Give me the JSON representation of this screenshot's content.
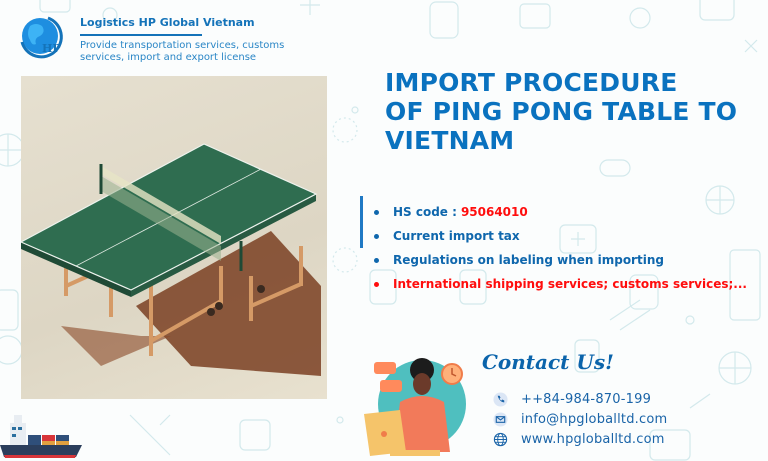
{
  "brand": {
    "name": "Logistics HP Global Vietnam",
    "tagline": "Provide transportation services, customs services, import and export license",
    "logo_icon": "globe-hp-logo-icon"
  },
  "hero_image": {
    "subject": "ping-pong-table-illustration",
    "colors": {
      "background": "#e2dccb",
      "table_top": "#2e6b4e",
      "legs": "#d59a66"
    }
  },
  "title": {
    "lines": [
      "IMPORT PROCEDURE",
      "OF PING PONG TABLE TO",
      "VIETNAM"
    ],
    "color": "#0a72bf"
  },
  "bullets": [
    {
      "label": "HS code : ",
      "value": "95064010",
      "color": "#0f67ad",
      "value_color": "#ff0d0d"
    },
    {
      "label": "Current import tax",
      "color": "#0f67ad"
    },
    {
      "label": "Regulations on labeling when importing",
      "color": "#0f67ad"
    },
    {
      "label": "International shipping services; customs services;...",
      "color": "#ff0d0d"
    }
  ],
  "contact": {
    "heading": "Contact Us!",
    "items": [
      {
        "icon": "phone-icon",
        "text": "++84-984-870-199"
      },
      {
        "icon": "email-icon",
        "text": "info@hpgloballtd.com"
      },
      {
        "icon": "globe-icon",
        "text": "www.hpgloballtd.com"
      }
    ]
  },
  "decor": {
    "ship_icon": "container-ship-icon",
    "support_agent_icon": "support-agent-illustration"
  }
}
